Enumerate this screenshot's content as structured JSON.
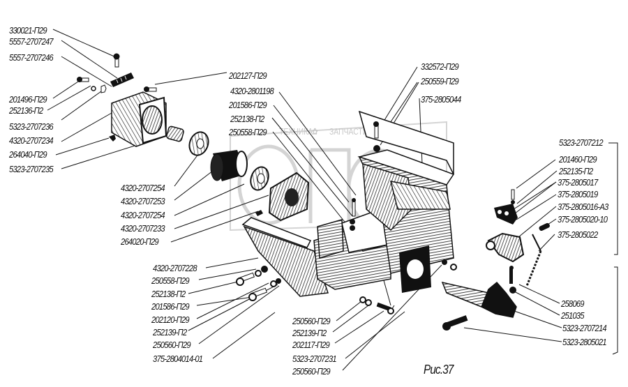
{
  "figure": {
    "caption": "Рис.37",
    "watermark": {
      "left_text": "ТЕХНИКА",
      "right_text": "ЗАПЧАСТИ",
      "symbol": "✿",
      "logo_text": "ОПС"
    }
  },
  "labels": {
    "left_top": [
      "330021-П29",
      "5557-2707247",
      "5557-2707246"
    ],
    "left_mid": [
      "201496-П29",
      "252136-П2",
      "5323-2707236",
      "4320-2707234",
      "264040-П29",
      "5323-2707235"
    ],
    "center_left": [
      "4320-2707254",
      "4320-2707253",
      "4320-2707254",
      "4320-2707233",
      "264020-П29"
    ],
    "bottom_left": [
      "4320-2707228",
      "250558-П29",
      "252138-П2",
      "201586-П29",
      "202120-П29",
      "252139-П2",
      "250560-П29",
      "375-2804014-01"
    ],
    "top_center": [
      "202127-П29",
      "4320-2801198",
      "201586-П29",
      "252138-П2",
      "250558-П29"
    ],
    "top_right": [
      "332572-П29",
      "250559-П29",
      "375-2805044"
    ],
    "right_group_header": "5323-2707212",
    "right_group": [
      "201460-П29",
      "252135-П2",
      "375-2805017",
      "375-2805019",
      "375-2805016-А3",
      "375-2805020-10",
      "375-2805022"
    ],
    "right_bottom": [
      "258069",
      "251035",
      "5323-2707214",
      "5323-2805021"
    ],
    "bottom_center": [
      "250560-П29",
      "252139-П2",
      "202117-П29",
      "5323-2707231",
      "250560-П29"
    ]
  }
}
